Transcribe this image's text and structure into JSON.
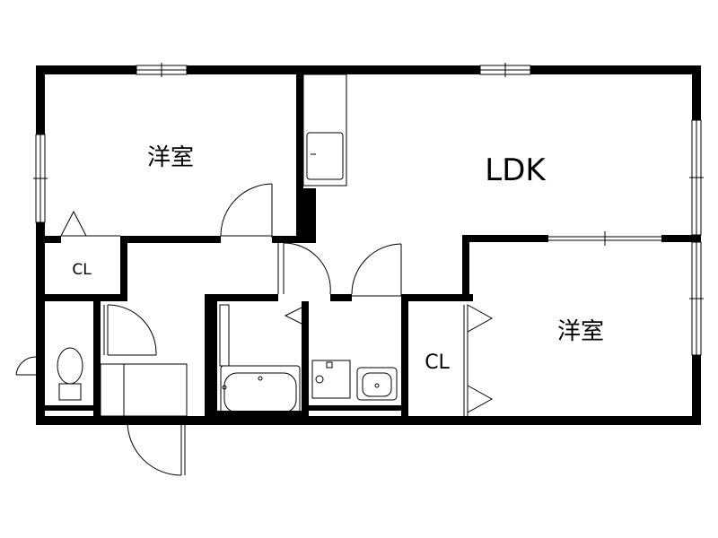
{
  "plan": {
    "rooms": {
      "western_room_upper": "洋室",
      "ldk": "LDK",
      "closet_small": "CL",
      "western_room_lower": "洋室",
      "closet_lower": "CL"
    }
  }
}
